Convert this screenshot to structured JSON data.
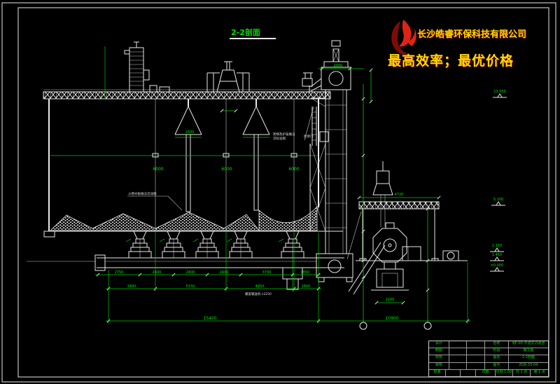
{
  "colors": {
    "background": "#000000",
    "line_white": "#e8e8e8",
    "dim_green": "#00c800",
    "text_green": "#00e400",
    "logo_yellow": "#ffd900",
    "flame_red": "#e02414",
    "flame_dark_red": "#7d0c06",
    "frame_gray": "#cfcfcf"
  },
  "logo": {
    "company": "长沙皓睿环保科技有限公司",
    "slogan": "最高效率；最优价格"
  },
  "section_label": "2-2剖面",
  "notes": {
    "ladder_line1": "爬梯及护笼做法",
    "ladder_line2": "见标准图",
    "hopper": "斗壁衬板做法见详图",
    "conveyor": "螺旋输送机 LS250",
    "door": "检修门"
  },
  "water_dims": [
    "6000",
    "6000",
    "6000"
  ],
  "dims": {
    "row1": [
      "2750",
      "2400",
      "2400",
      "2400",
      "3700",
      "1850"
    ],
    "row2": [
      "3400",
      "5150",
      "4950",
      "1800"
    ],
    "totals": [
      "15400",
      "10900"
    ],
    "platform": "4720",
    "pit": "2200",
    "cone": "1500",
    "head": "2000"
  },
  "elevations": [
    "13.500",
    "5.100",
    "2.150",
    "1.450",
    "±0.000"
  ],
  "title_block": {
    "sign_rows": [
      "设计",
      "制图",
      "校核",
      "审核",
      "批准"
    ],
    "info_rows": [
      {
        "label": "名称",
        "value": "4JF-00 平流式沉淀池"
      },
      {
        "label": "阶段",
        "value": "施工图"
      },
      {
        "label": "图名",
        "value": "2-2剖面"
      },
      {
        "label": "图号",
        "value": "ZG6-33-04"
      }
    ],
    "bottom_cells": [
      "日期",
      "比例 1:50",
      "共 1 张",
      "第 1 张"
    ]
  }
}
